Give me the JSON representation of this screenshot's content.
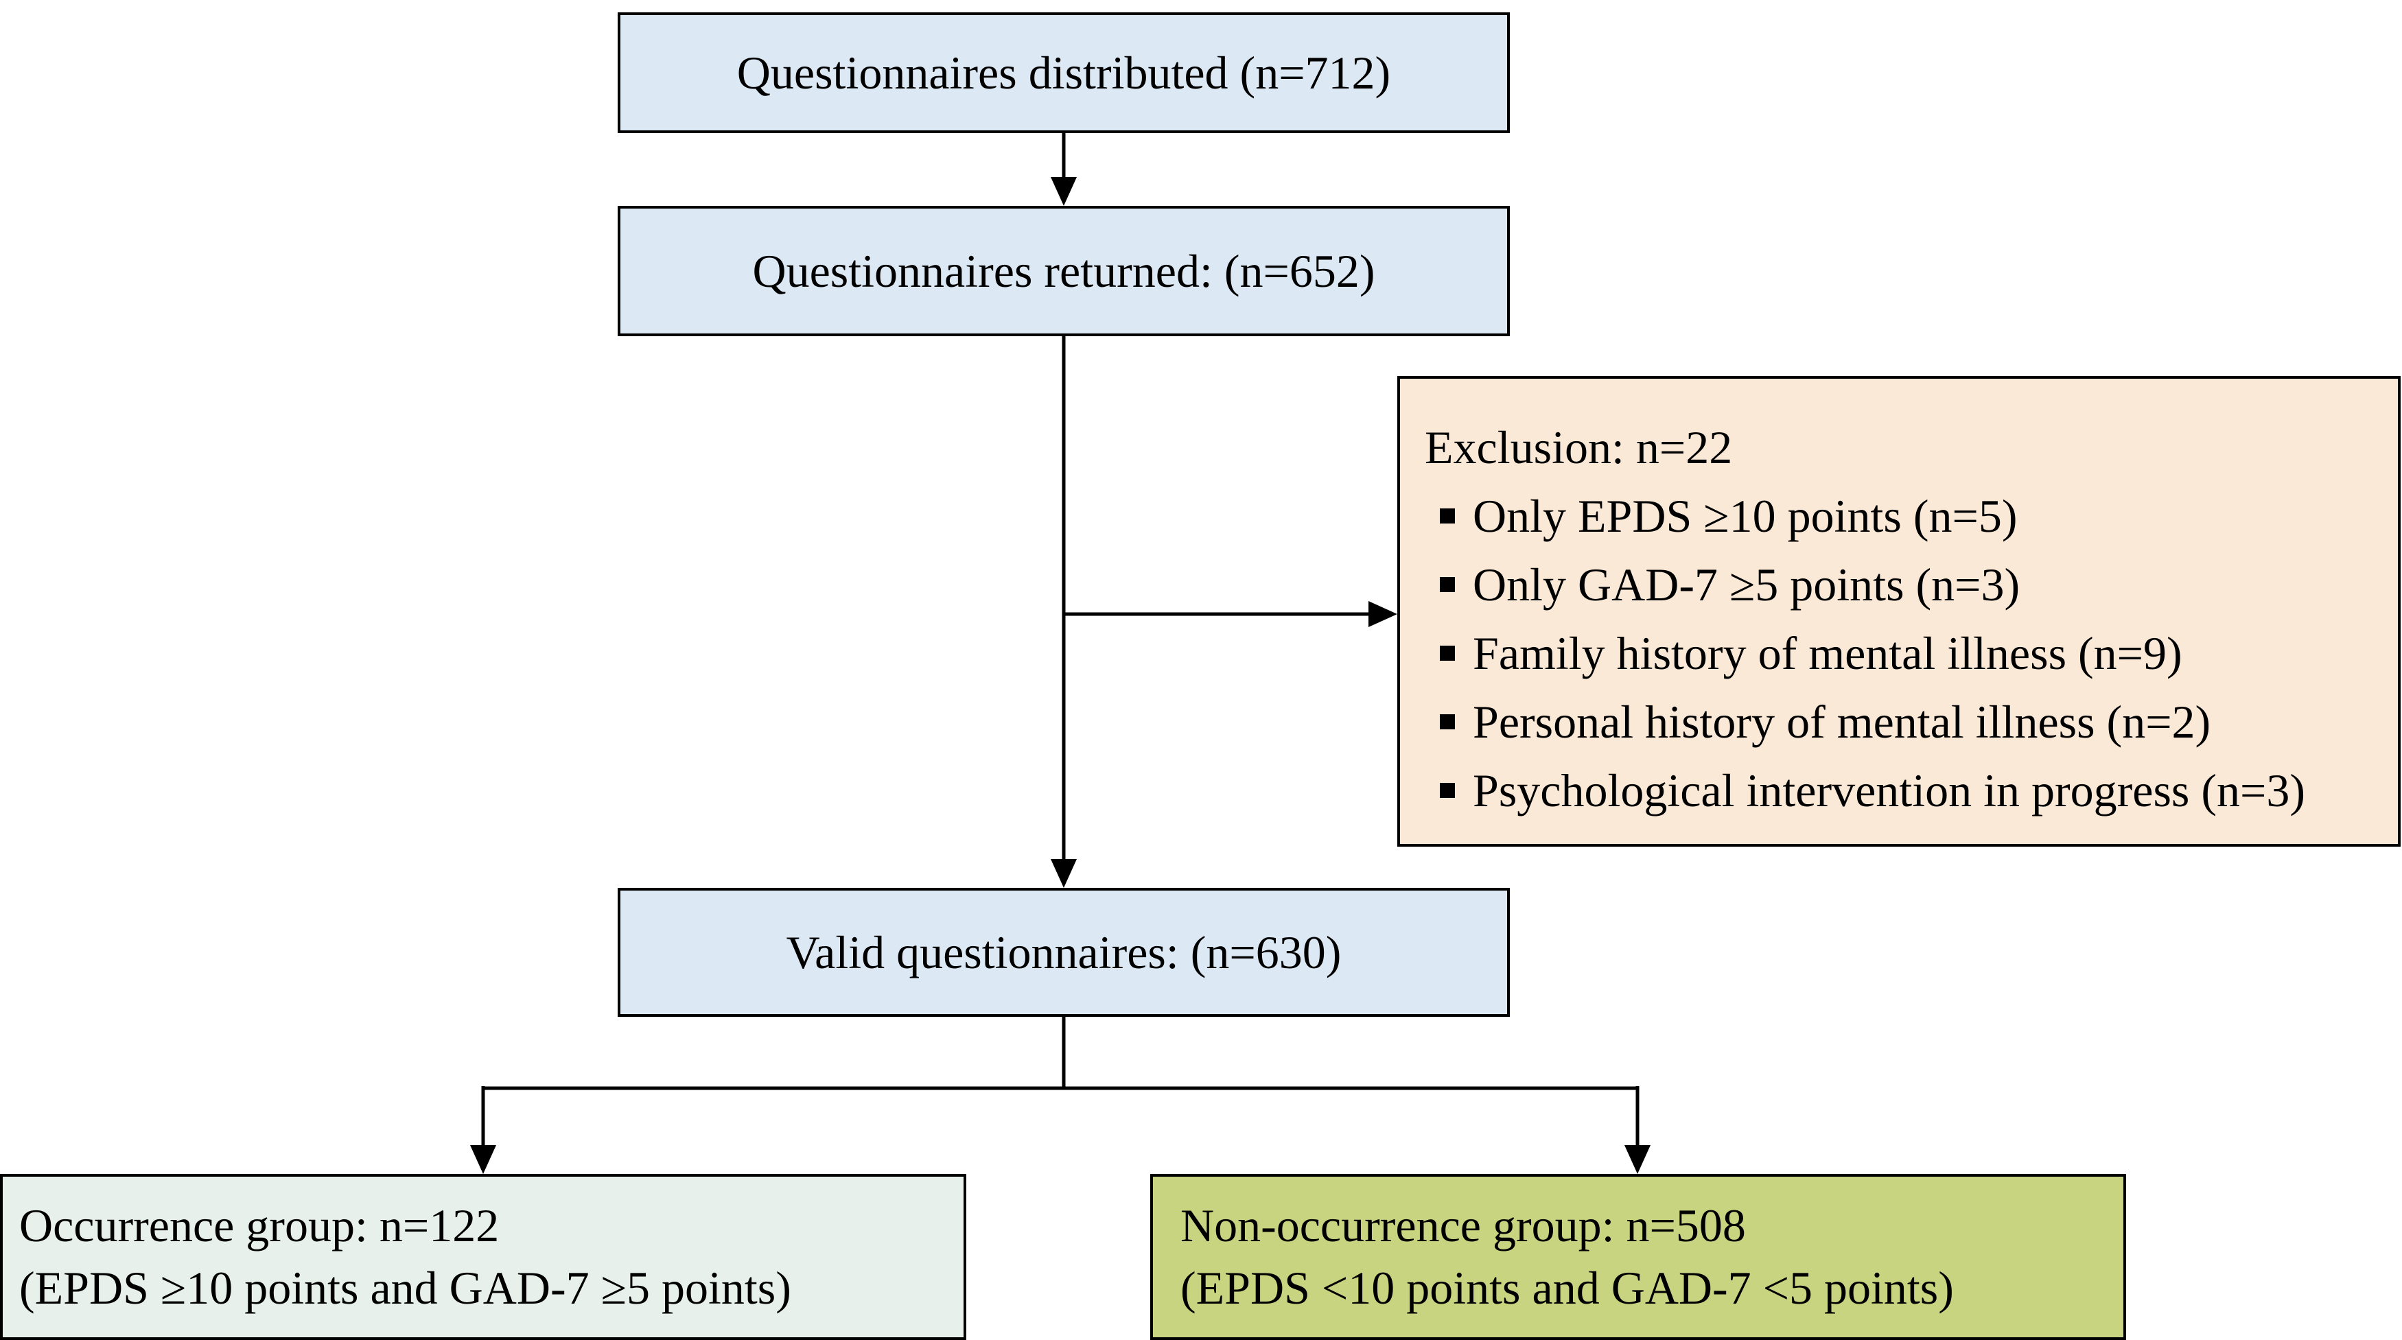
{
  "flow": {
    "distributed": {
      "label": "Questionnaires distributed (n=712)"
    },
    "returned": {
      "label": "Questionnaires returned: (n=652)"
    },
    "exclusion": {
      "title": "Exclusion: n=22",
      "items": [
        "Only EPDS ≥10 points (n=5)",
        "Only GAD-7 ≥5 points (n=3)",
        "Family history of mental illness (n=9)",
        "Personal history of mental illness (n=2)",
        "Psychological intervention in progress (n=3)"
      ]
    },
    "valid": {
      "label": "Valid questionnaires: (n=630)"
    },
    "occurrence": {
      "line1": "Occurrence group: n=122",
      "line2": "(EPDS ≥10 points and GAD-7 ≥5 points)"
    },
    "non_occurrence": {
      "line1": "Non-occurrence group: n=508",
      "line2": "(EPDS <10 points and GAD-7 <5 points)"
    }
  },
  "colors": {
    "process_box": "#dce9f5",
    "exclusion_box": "#fbe9d7",
    "occurrence_box": "#e7f0ea",
    "non_occurrence_box": "#c8d480",
    "border": "#000000",
    "arrow": "#000000",
    "background": "#ffffff"
  }
}
